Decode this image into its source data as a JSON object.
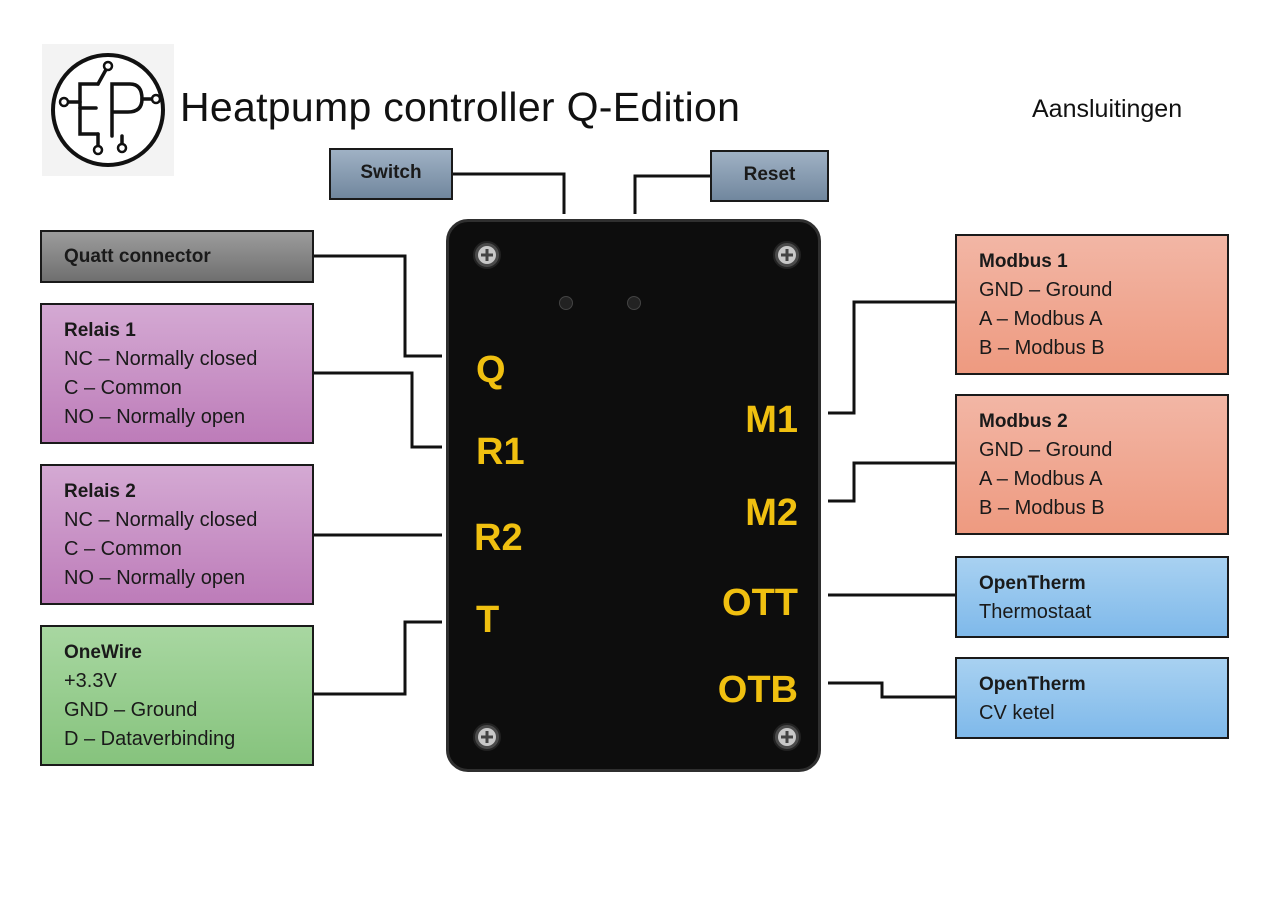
{
  "title": "Heatpump controller Q-Edition",
  "subtitle": "Aansluitingen",
  "logo": {
    "text": "EP",
    "icon": "ep-circuit-logo"
  },
  "buttons": {
    "switch": "Switch",
    "reset": "Reset"
  },
  "left": {
    "quatt": {
      "title": "Quatt connector"
    },
    "relais1": {
      "title": "Relais 1",
      "lines": [
        "NC – Normally closed",
        "C – Common",
        "NO – Normally open"
      ]
    },
    "relais2": {
      "title": "Relais 2",
      "lines": [
        "NC – Normally closed",
        "C – Common",
        "NO – Normally open"
      ]
    },
    "onewire": {
      "title": "OneWire",
      "lines": [
        "+3.3V",
        "GND – Ground",
        "D – Dataverbinding"
      ]
    }
  },
  "right": {
    "modbus1": {
      "title": "Modbus 1",
      "lines": [
        "GND – Ground",
        "A – Modbus A",
        "B – Modbus B"
      ]
    },
    "modbus2": {
      "title": "Modbus 2",
      "lines": [
        "GND – Ground",
        "A – Modbus A",
        "B – Modbus B"
      ]
    },
    "ot_thermostat": {
      "title": "OpenTherm",
      "lines": [
        "Thermostaat"
      ]
    },
    "ot_boiler": {
      "title": "OpenTherm",
      "lines": [
        "CV ketel"
      ]
    }
  },
  "device": {
    "ports_left": [
      "Q",
      "R1",
      "R2",
      "T"
    ],
    "ports_right": [
      "M1",
      "M2",
      "OTT",
      "OTB"
    ]
  },
  "colors": {
    "port_label": "#f0c010",
    "device_body": "#0d0d0d",
    "relay": "#c890c6",
    "onewire": "#95cc8c",
    "modbus": "#f0a68f",
    "opentherm": "#92c4ee",
    "quatt": "#858585",
    "button": "#8599ae"
  }
}
